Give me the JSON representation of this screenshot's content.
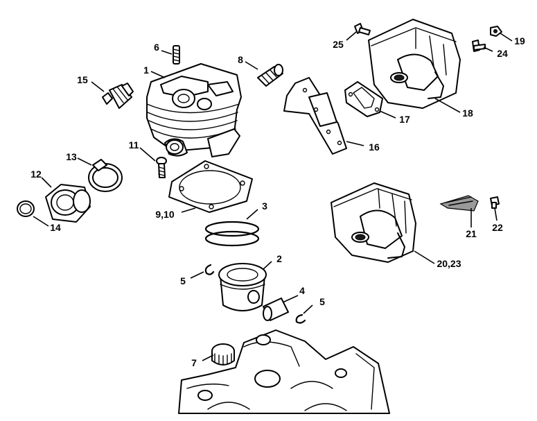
{
  "diagram": {
    "callouts": [
      {
        "id": "c1",
        "label": "1"
      },
      {
        "id": "c2",
        "label": "2"
      },
      {
        "id": "c3",
        "label": "3"
      },
      {
        "id": "c4",
        "label": "4"
      },
      {
        "id": "c5a",
        "label": "5"
      },
      {
        "id": "c5b",
        "label": "5"
      },
      {
        "id": "c6",
        "label": "6"
      },
      {
        "id": "c7",
        "label": "7"
      },
      {
        "id": "c8",
        "label": "8"
      },
      {
        "id": "c910",
        "label": "9,10"
      },
      {
        "id": "c11",
        "label": "11"
      },
      {
        "id": "c12",
        "label": "12"
      },
      {
        "id": "c13",
        "label": "13"
      },
      {
        "id": "c14",
        "label": "14"
      },
      {
        "id": "c15",
        "label": "15"
      },
      {
        "id": "c16",
        "label": "16"
      },
      {
        "id": "c17",
        "label": "17"
      },
      {
        "id": "c18",
        "label": "18"
      },
      {
        "id": "c19",
        "label": "19"
      },
      {
        "id": "c2023",
        "label": "20,23"
      },
      {
        "id": "c21",
        "label": "21"
      },
      {
        "id": "c22",
        "label": "22"
      },
      {
        "id": "c24",
        "label": "24"
      },
      {
        "id": "c25",
        "label": "25"
      }
    ]
  }
}
